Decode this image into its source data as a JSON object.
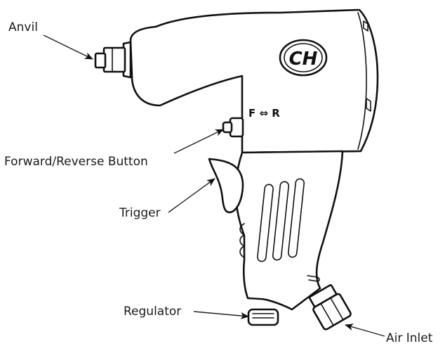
{
  "diagram": {
    "tool_marking": "F ⇔ R",
    "logo": "CH",
    "labels": {
      "anvil": "Anvil",
      "forward_reverse": "Forward/Reverse Button",
      "trigger": "Trigger",
      "regulator": "Regulator",
      "air_inlet": "Air Inlet"
    },
    "colors": {
      "line": "#111111",
      "background": "#ffffff"
    }
  }
}
